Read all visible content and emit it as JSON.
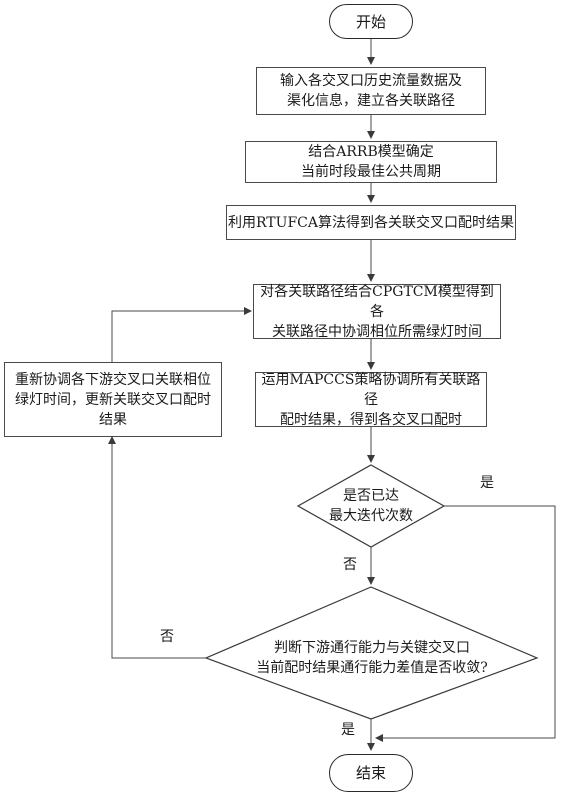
{
  "nodes": {
    "start": "开始",
    "step1": "输入各交叉口历史流量数据及\n渠化信息，建立各关联路径",
    "step2": "结合ARRB模型确定\n当前时段最佳公共周期",
    "step3": "利用RTUFCA算法得到各关联交叉口配时结果",
    "step4": "对各关联路径结合CPGTCM模型得到各\n关联路径中协调相位所需绿灯时间",
    "step5": "运用MAPCCS策略协调所有关联路径\n配时结果，得到各交叉口配时",
    "decision1": "是否已达\n最大迭代次数",
    "decision2": "判断下游通行能力与关键交叉口\n当前配时结果通行能力差值是否收敛?",
    "update": "重新协调各下游交叉口关联相位\n绿灯时间，更新关联交叉口配时\n结果",
    "end": "结束"
  },
  "edge_labels": {
    "d1_yes": "是",
    "d1_no": "否",
    "d2_no": "否",
    "d2_yes": "是"
  }
}
